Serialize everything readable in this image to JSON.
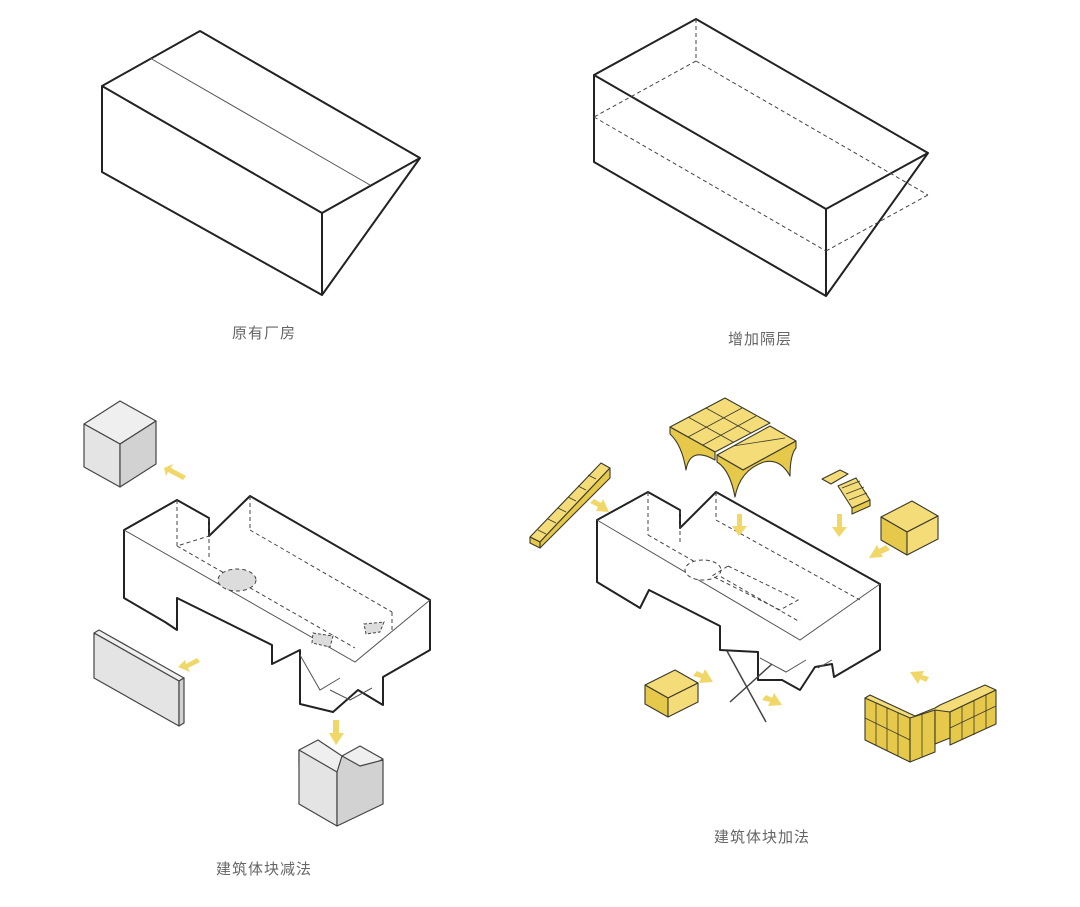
{
  "captions": {
    "original_factory": "原有厂房",
    "add_mezzanine": "增加隔层",
    "subtraction": "建筑体块减法",
    "addition": "建筑体块加法"
  },
  "colors": {
    "accent_yellow": "#f4dc78",
    "removed_gray": "#e4e4e4",
    "caption_text": "#666666",
    "line": "#222222"
  }
}
